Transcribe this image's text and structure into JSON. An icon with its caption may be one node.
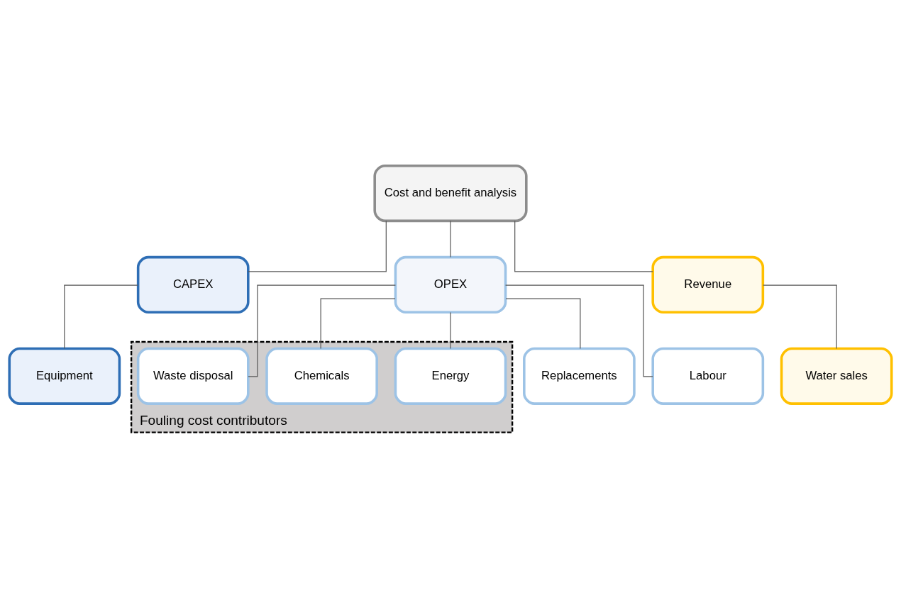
{
  "diagram": {
    "nodes": [
      {
        "text": [
          "Cost and benefit analysis"
        ]
      },
      {
        "text": [
          "CAPEX"
        ]
      },
      {
        "text": [
          "OPEX"
        ]
      },
      {
        "text": [
          "Revenue"
        ]
      },
      {
        "text": [
          "Equipment"
        ]
      },
      {
        "text": [
          "Water sales"
        ]
      },
      {
        "text": [
          "Fouling cost contributors"
        ]
      },
      {
        "text": [
          "Energy"
        ],
        "in": 6
      },
      {
        "text": [
          "Chemicals"
        ],
        "in": 6
      },
      {
        "text": [
          "Waste disposal"
        ],
        "in": 6
      },
      {
        "text": [
          "Replacements"
        ]
      },
      {
        "text": [
          "Labour"
        ]
      }
    ],
    "edges": [
      {
        "from": 0,
        "to": 1,
        "arrow": "none"
      },
      {
        "from": 0,
        "to": 2,
        "arrow": "none"
      },
      {
        "from": 0,
        "to": 3,
        "arrow": "none"
      },
      {
        "from": 1,
        "to": 4,
        "arrow": "none"
      },
      {
        "from": 3,
        "to": 5,
        "arrow": "none"
      },
      {
        "from": 2,
        "to": 7,
        "arrow": "none"
      },
      {
        "from": 2,
        "to": 8,
        "arrow": "none"
      },
      {
        "from": 2,
        "to": 9,
        "arrow": "none"
      },
      {
        "from": 2,
        "to": 10,
        "arrow": "none"
      },
      {
        "from": 2,
        "to": 11,
        "arrow": "none"
      }
    ]
  }
}
